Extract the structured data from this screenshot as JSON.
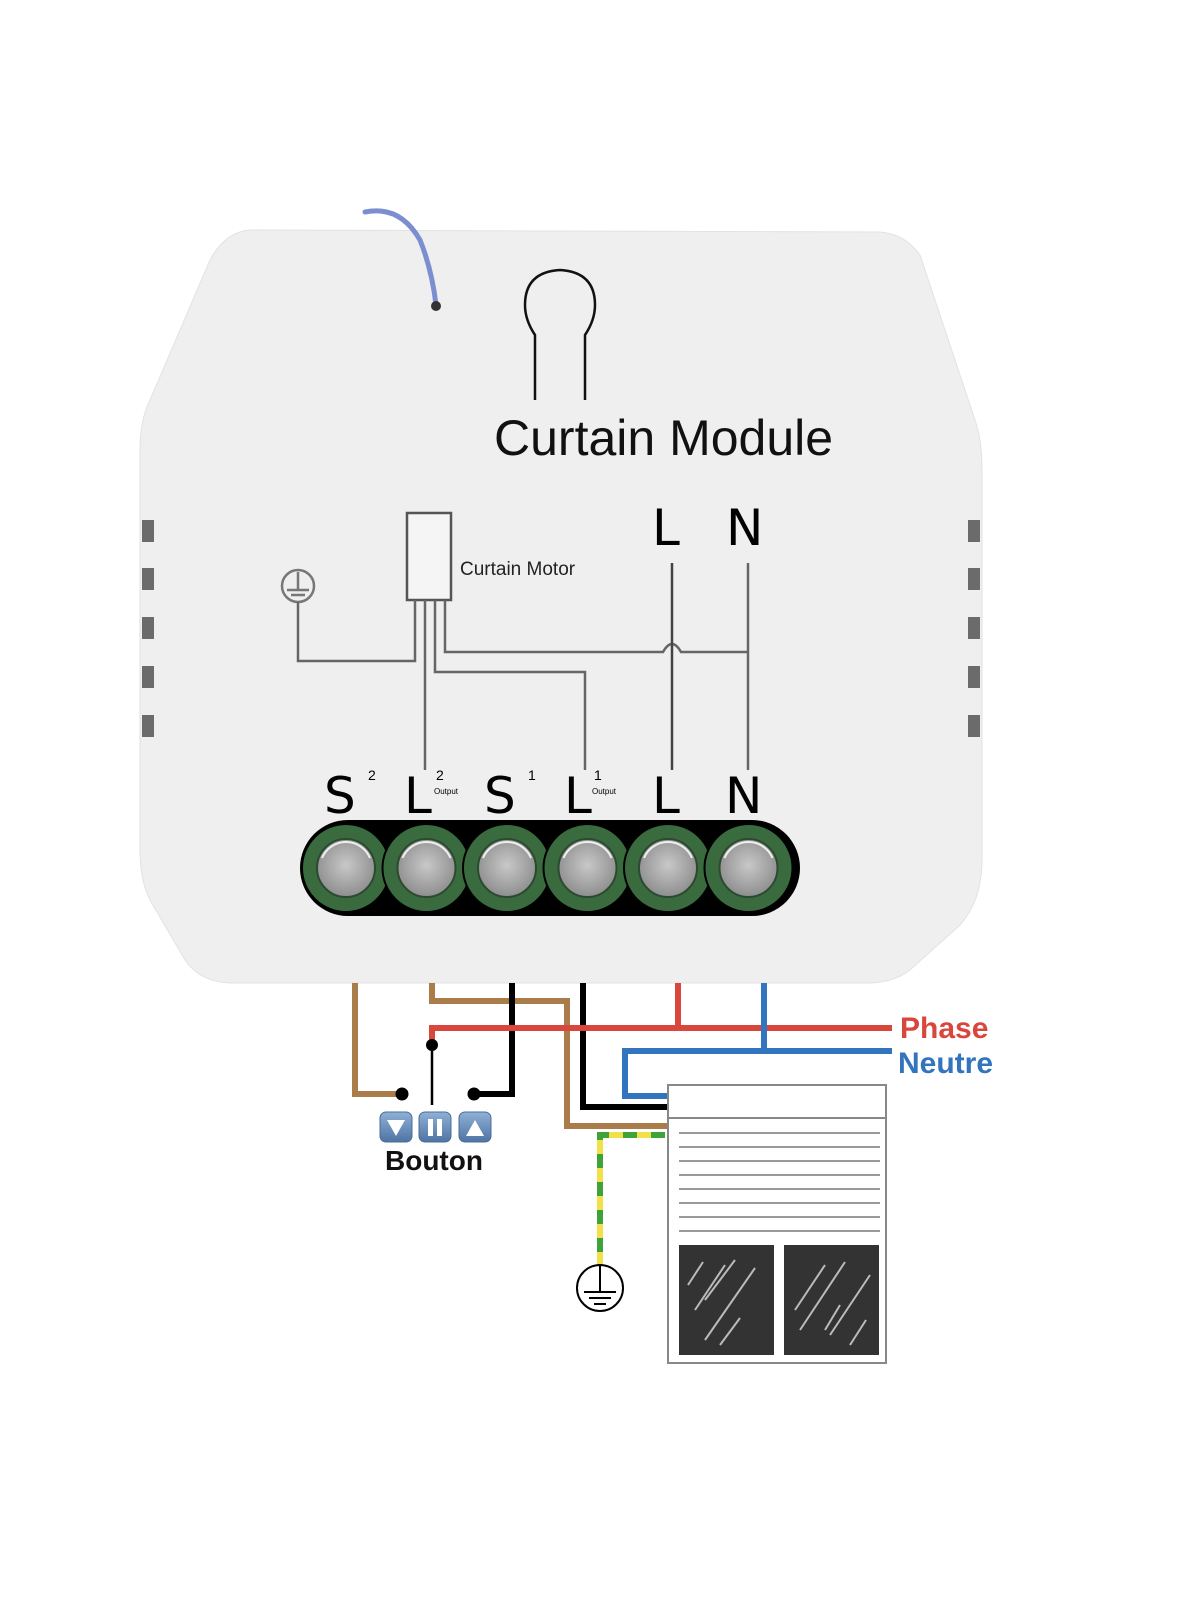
{
  "module": {
    "title": "Curtain Module",
    "motor_label": "Curtain Motor",
    "supply_labels": [
      "L",
      "N"
    ],
    "terminals": [
      {
        "main": "S",
        "sup": "2",
        "sub": ""
      },
      {
        "main": "L",
        "sup": "2",
        "sub": "Output"
      },
      {
        "main": "S",
        "sup": "1",
        "sub": ""
      },
      {
        "main": "L",
        "sup": "1",
        "sub": "Output"
      },
      {
        "main": "L",
        "sup": "",
        "sub": ""
      },
      {
        "main": "N",
        "sup": "",
        "sub": ""
      }
    ]
  },
  "wiring": {
    "phase_label": "Phase",
    "neutral_label": "Neutre",
    "button_label": "Bouton",
    "buttons": [
      "down",
      "pause",
      "up"
    ]
  },
  "colors": {
    "phase": "#d9463b",
    "neutral": "#3274bd",
    "brown": "#a97c4a",
    "black": "#000000",
    "earth_green": "#3fa33a",
    "earth_yellow": "#f2e04a",
    "terminal_green": "#3a6b3f",
    "module_body": "#efefef",
    "button_blue": "#6d8fb8"
  },
  "icons": {
    "earth": "earth-ground-symbol",
    "button_down": "triangle-down",
    "button_pause": "pause-bars",
    "button_up": "triangle-up"
  }
}
